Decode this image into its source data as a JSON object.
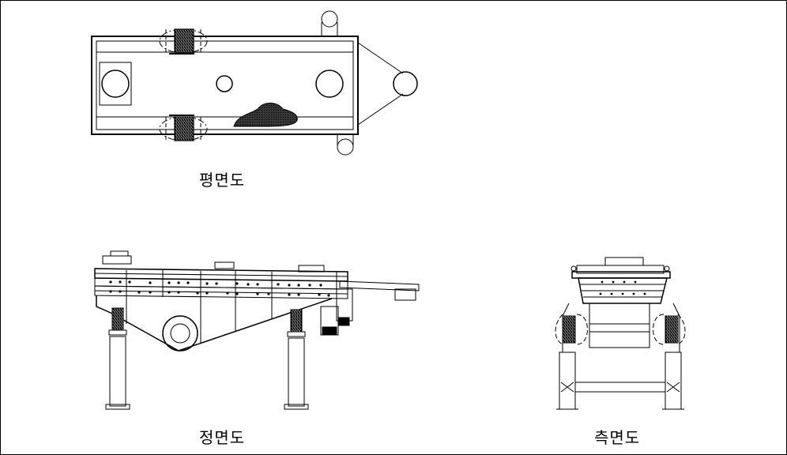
{
  "captions": {
    "plan": "평면도",
    "front": "정면도",
    "side": "측면도"
  }
}
